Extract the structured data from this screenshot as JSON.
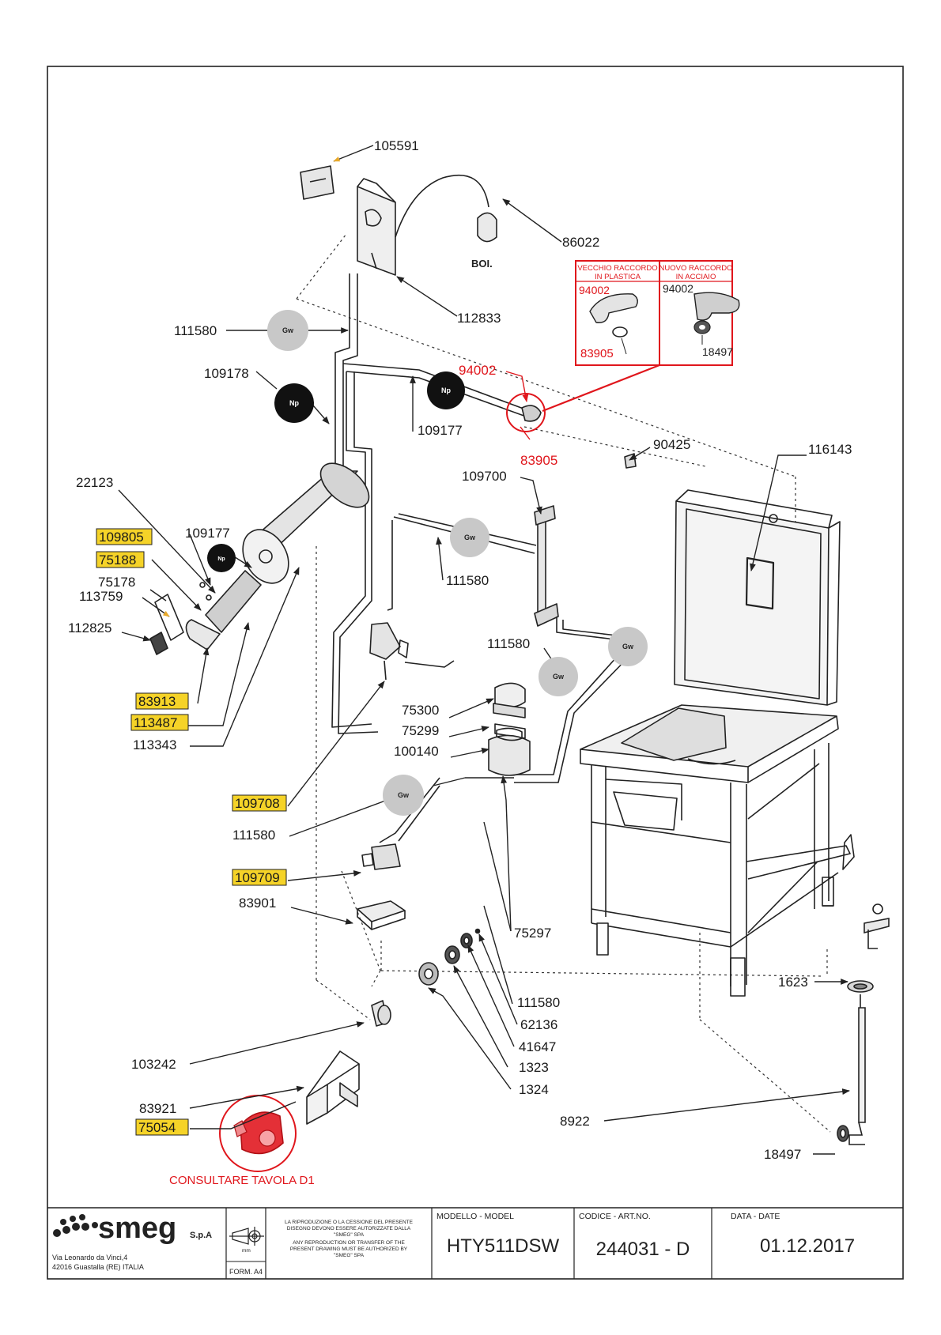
{
  "parts": {
    "p105591": "105591",
    "p86022": "86022",
    "p112833": "112833",
    "p111580a": "111580",
    "p109178": "109178",
    "p94002": "94002",
    "p109177a": "109177",
    "p83905": "83905",
    "p90425": "90425",
    "p116143": "116143",
    "p109700": "109700",
    "p22123": "22123",
    "p109805": "109805",
    "p109177b": "109177",
    "p75188": "75188",
    "p111580b": "111580",
    "p75178": "75178",
    "p113759": "113759",
    "p112825": "112825",
    "p111580c": "111580",
    "p83913": "83913",
    "p75300": "75300",
    "p113487": "113487",
    "p75299": "75299",
    "p113343": "113343",
    "p100140": "100140",
    "p109708": "109708",
    "p111580d": "111580",
    "p109709": "109709",
    "p83901": "83901",
    "p75297": "75297",
    "p1623": "1623",
    "p111580e": "111580",
    "p62136": "62136",
    "p41647": "41647",
    "p1323": "1323",
    "p1324": "1324",
    "p103242": "103242",
    "p8922": "8922",
    "p83921": "83921",
    "p75054": "75054",
    "p18497": "18497"
  },
  "boiler_tag": "BOI.",
  "badges": {
    "gw": "Gw",
    "np": "Np"
  },
  "inset": {
    "old_title_1": "VECCHIO RACCORDO",
    "old_title_2": "IN PLASTICA",
    "new_title_1": "NUOVO RACCORDO",
    "new_title_2": "IN ACCIAIO",
    "old_a": "94002",
    "old_b": "83905",
    "new_a": "94002",
    "new_b": "18497"
  },
  "pump_note": "CONSULTARE TAVOLA  D1",
  "title_block": {
    "brand": "smeg",
    "brand_suffix": "S.p.A",
    "address_1": "Via Leonardo da Vinci,4",
    "address_2": "42016  Guastalla (RE) ITALIA",
    "form": "FORM. A4",
    "unit": "mm",
    "legal_1": "LA RIPRODUZIONE O LA CESSIONE DEL PRESENTE",
    "legal_2": "DISEGNO DEVONO ESSERE AUTORIZZATE DALLA",
    "legal_3": "\"SMEG\" SPA",
    "legal_4": "ANY REPRODUCTION OR TRANSFER OF THE",
    "legal_5": "PRESENT DRAWING MUST BE AUTHORIZED BY",
    "legal_6": "\"SMEG\" SPA",
    "model_label": "MODELLO - MODEL",
    "model_value": "HTY511DSW",
    "code_label": "CODICE - ART.NO.",
    "code_value": "244031 - D",
    "date_label": "DATA - DATE",
    "date_value": "01.12.2017"
  },
  "colors": {
    "highlight": "#f5d328",
    "accent_red": "#e0161c",
    "gw_badge": "#c8c8c8",
    "np_badge": "#111111"
  }
}
